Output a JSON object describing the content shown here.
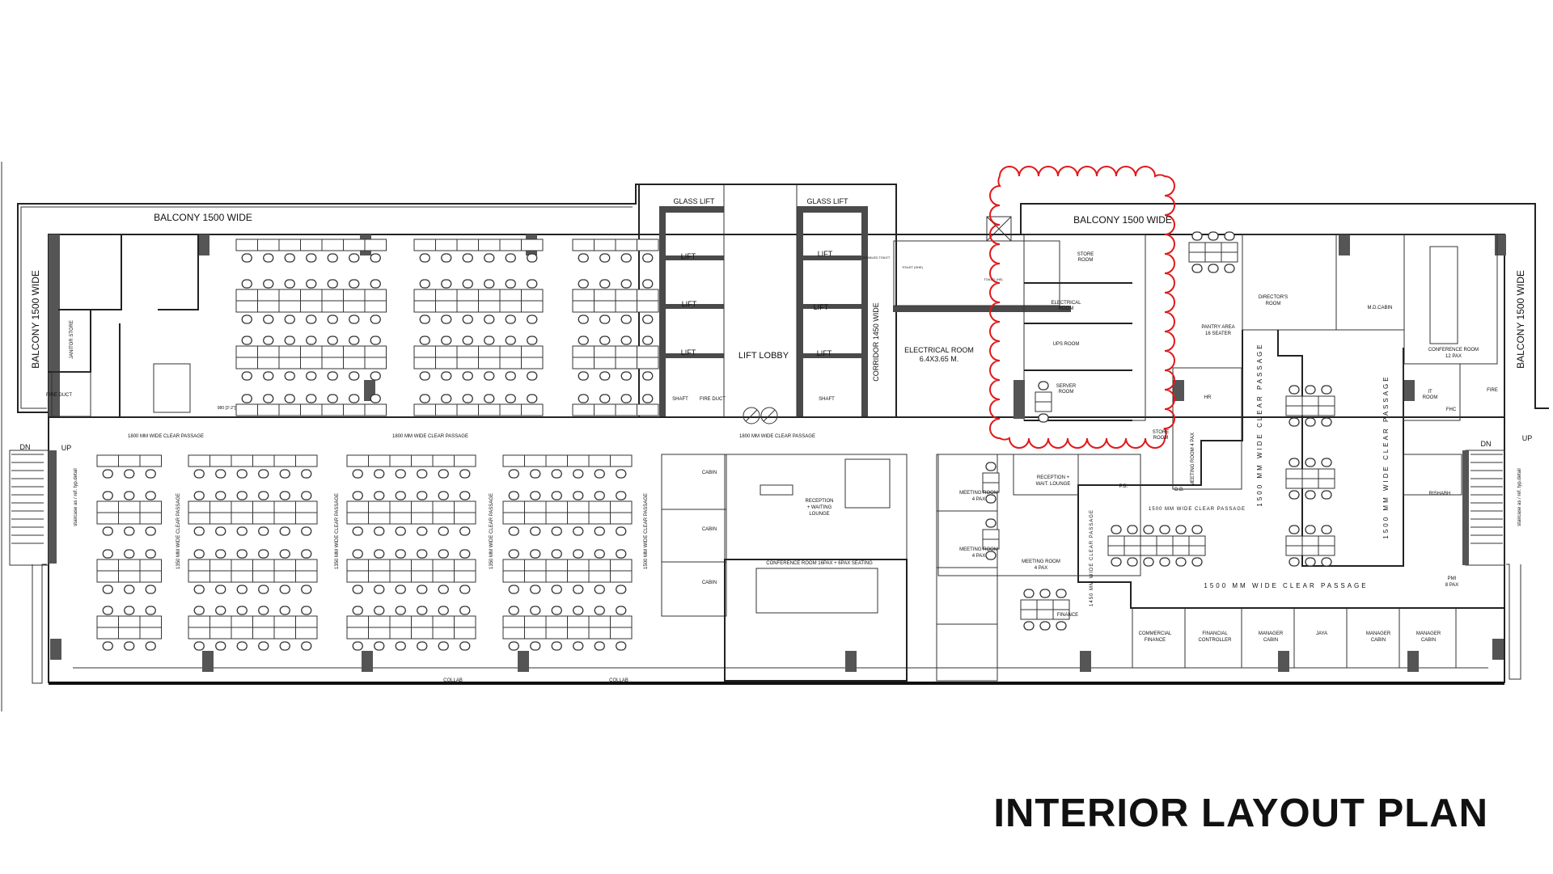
{
  "title": "INTERIOR LAYOUT PLAN",
  "colors": {
    "revision_cloud": "#e0191b",
    "wall": "#222222",
    "column": "#555555"
  },
  "balconies": {
    "top_left": "BALCONY 1500 WIDE",
    "top_right": "BALCONY 1500 WIDE",
    "left": "BALCONY 1500 WIDE",
    "right": "BALCONY 1500 WIDE"
  },
  "passages": {
    "p1800_a": "1800 MM WIDE CLEAR PASSAGE",
    "p1800_b": "1800 MM WIDE CLEAR PASSAGE",
    "p1800_c": "1800 MM WIDE CLEAR PASSAGE",
    "p1350_a": "1350 MM WIDE CLEAR PASSAGE",
    "p1350_b": "1350 MM WIDE CLEAR PASSAGE",
    "p1350_c": "1350 MM WIDE CLEAR PASSAGE",
    "p1500_left": "1500 MM WIDE CLEAR PASSAGE",
    "p1500_h1": "1500 MM WIDE CLEAR PASSAGE",
    "p1500_h2": "1500 MM WIDE CLEAR PASSAGE",
    "p1500_v1": "1500 MM WIDE CLEAR PASSAGE",
    "p1500_v2": "1500 MM WIDE CLEAR PASSAGE",
    "p1450": "1450 MM WIDE CLEAR PASSAGE",
    "corridor": "CORRIDOR 1450 WIDE"
  },
  "core": {
    "glass_lift_1": "GLASS LIFT",
    "glass_lift_2": "GLASS LIFT",
    "lifts": [
      "LIFT",
      "LIFT",
      "LIFT",
      "LIFT",
      "LIFT",
      "LIFT"
    ],
    "lift_lobby": "LIFT LOBBY",
    "shaft_1": "SHAFT",
    "fire_duct_core": "FIRE DUCT",
    "shaft_2": "SHAFT",
    "electrical_room": "ELECTRICAL ROOM",
    "electrical_size": "6.4X3.65 M.",
    "disabled_toilet": "DISABLED TOILET",
    "toilet_she": "TOILET (SHE)",
    "toilet_he": "TOILET (HE)"
  },
  "left_wing": {
    "janitor_store": "JANITOR STORE",
    "fire_duct": "FIRE DUCT",
    "dimension": "980 [3'-2\"]",
    "dn": "DN",
    "up": "UP",
    "staircase_note": "staircase as / ref. typ.detail",
    "collab_1": "COLLAB",
    "collab_2": "COLLAB"
  },
  "center": {
    "cabins": [
      "CABIN",
      "CABIN",
      "CABIN"
    ],
    "reception": [
      "RECEPTION",
      "+ WAITING",
      "LOUNGE"
    ],
    "conference": "CONFERENCE ROOM 16PAX + 6PAX SEATING"
  },
  "right_wing": {
    "store_room": [
      "STORE",
      "ROOM"
    ],
    "electrical_room": [
      "ELECTRICAL",
      "ROOM"
    ],
    "ups_room": "UPS ROOM",
    "server_room": [
      "SERVER",
      "ROOM"
    ],
    "store_room_2": [
      "STORE",
      "ROOM"
    ],
    "pantry": [
      "PANTRY AREA",
      "16 SEATER"
    ],
    "director": [
      "DIRECTOR'S",
      "ROOM"
    ],
    "md_cabin": "M.D.CABIN",
    "conference_12": [
      "CONFERENCE ROOM",
      "12 PAX"
    ],
    "it_room": [
      "IT",
      "ROOM"
    ],
    "fhc": "FHC",
    "fire": "FIRE",
    "hr": "HR",
    "meeting_vertical": "MEETING ROOM 4 PAX",
    "reception": [
      "RECEPTION +",
      "WAIT. LOUNGE"
    ],
    "pb": "P.B.",
    "db": "D.B.",
    "meeting_1": [
      "MEETING ROOM",
      "4 PAX"
    ],
    "meeting_2": [
      "MEETING ROOM",
      "4 PAX"
    ],
    "meeting_3": [
      "MEETING ROOM",
      "4 PAX"
    ],
    "finance": "FINANCE",
    "rishabh": "RISHABH",
    "pmi": [
      "PMI",
      "8 PAX"
    ],
    "dn": "DN",
    "up": "UP",
    "staircase_note": "staircase as / ref. typ.detail",
    "cabins": [
      [
        "COMMERCIAL",
        "FINANCE"
      ],
      [
        "FINANCIAL",
        "CONTROLLER"
      ],
      [
        "MANAGER",
        "CABIN"
      ],
      [
        "JAYA",
        ""
      ],
      [
        "MANAGER",
        "CABIN"
      ],
      [
        "MANAGER",
        "CABIN"
      ]
    ]
  }
}
